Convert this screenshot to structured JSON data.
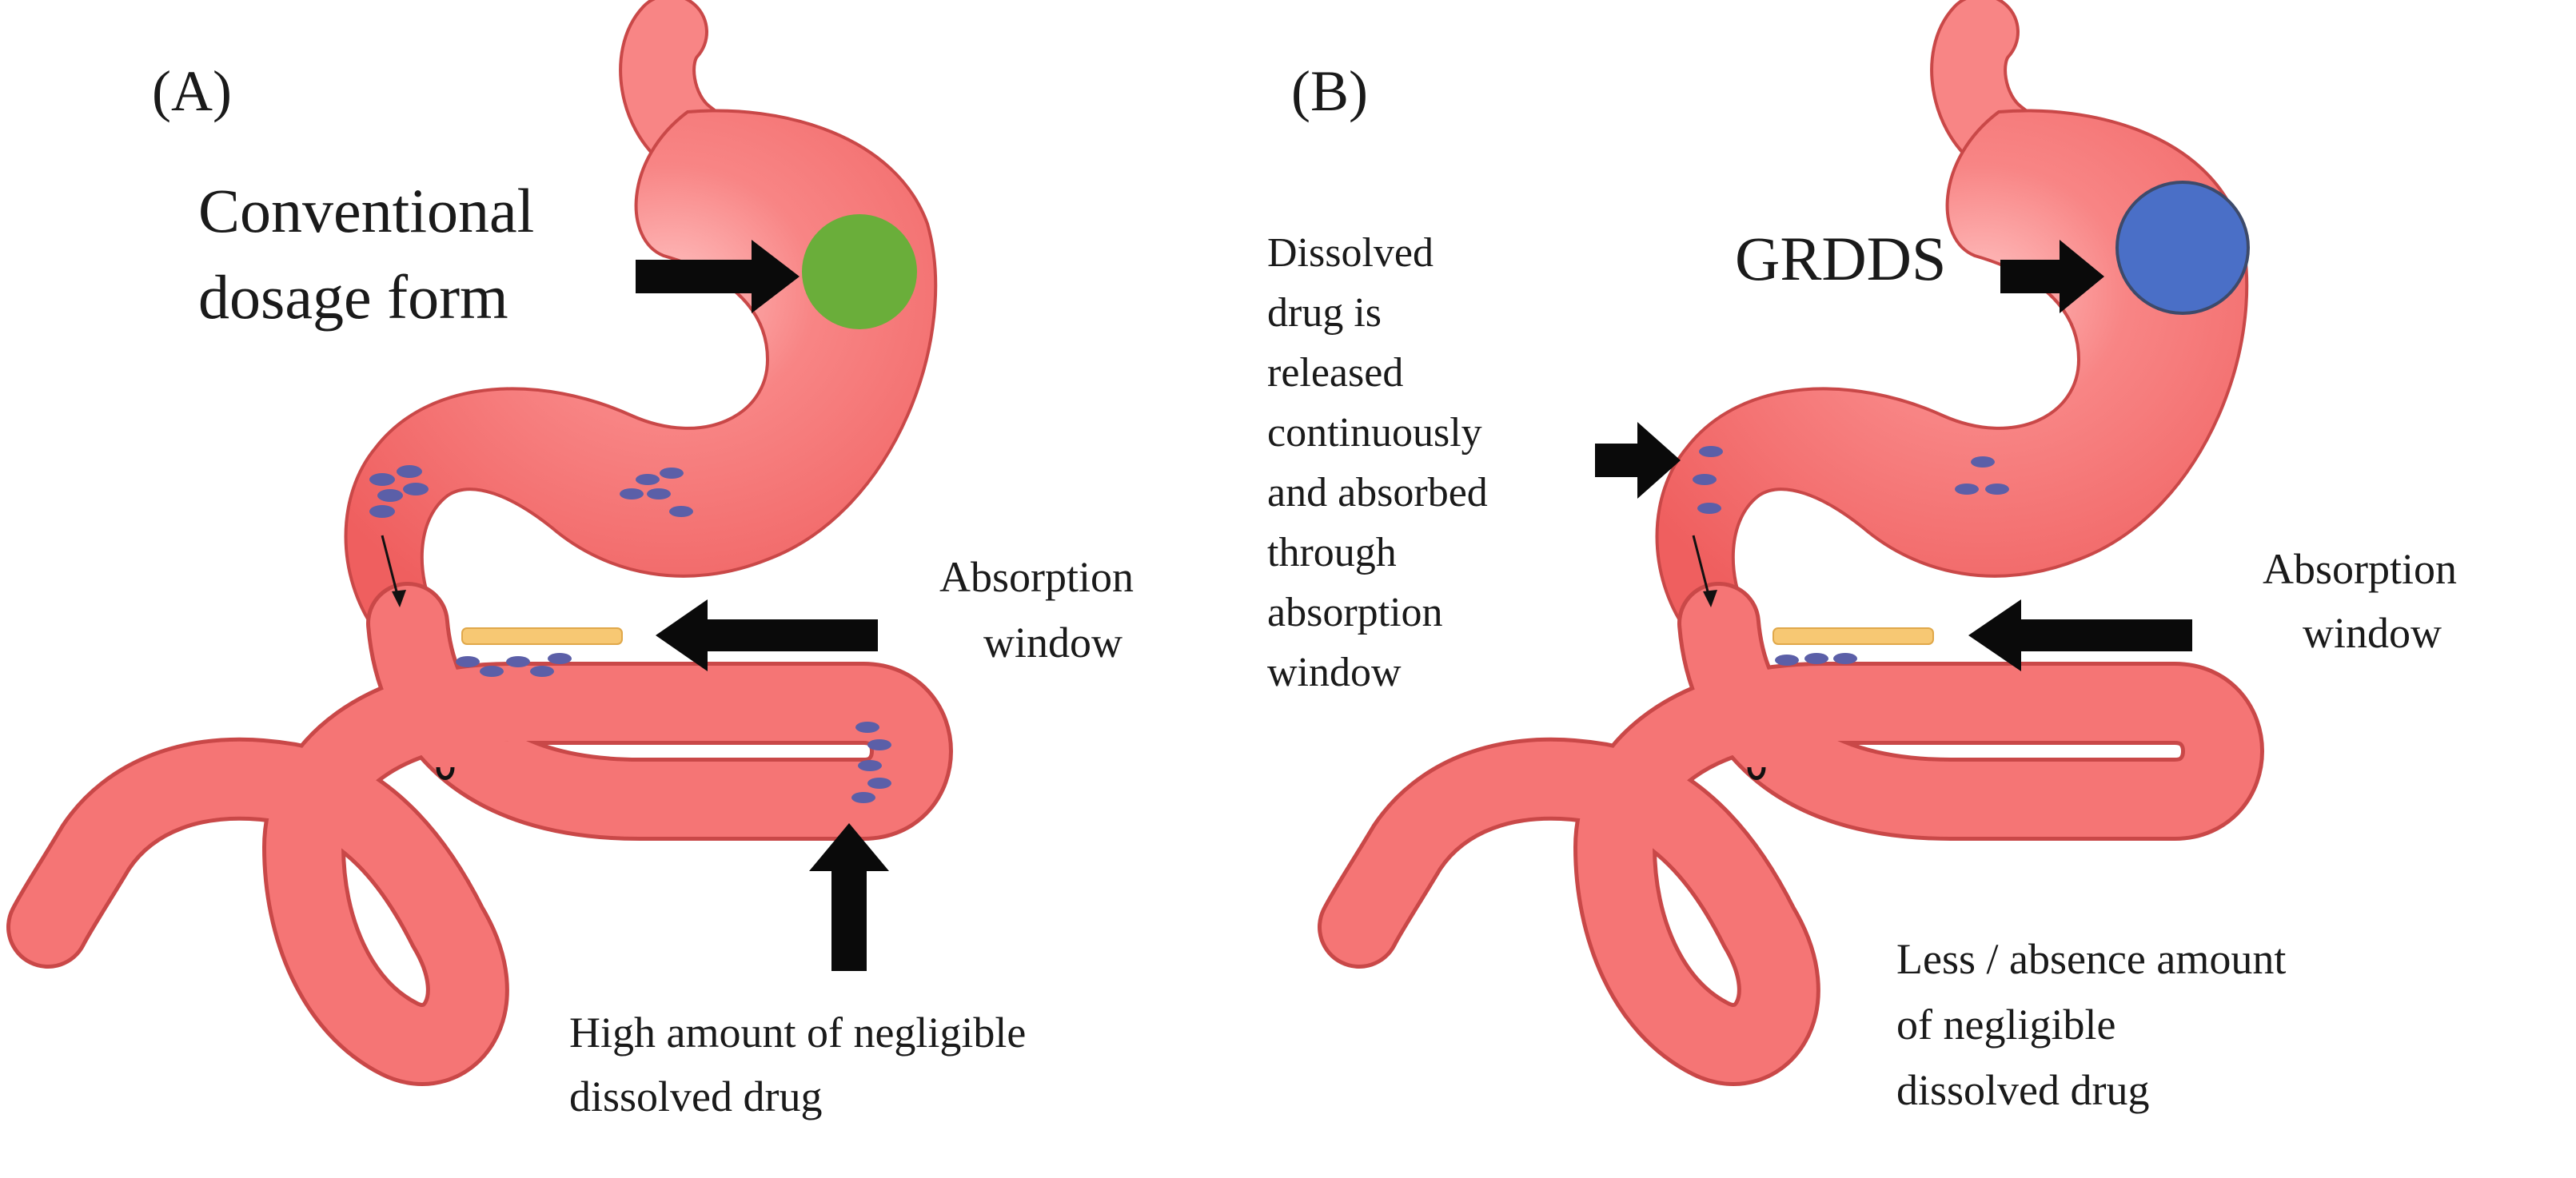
{
  "panel_a": {
    "label": "(A)",
    "dosage_label": [
      "Conventional",
      "dosage form"
    ],
    "absorption_label": [
      "Absorption",
      "window"
    ],
    "bottom_label": [
      "High amount of negligible",
      "dissolved drug"
    ],
    "tablet_color": "#6aae3a"
  },
  "panel_b": {
    "label": "(B)",
    "dosage_label": "GRDDS",
    "side_label": [
      "Dissolved",
      "drug is",
      "released",
      "continuously",
      "and absorbed",
      "through",
      "absorption",
      "window"
    ],
    "absorption_label": [
      "Absorption",
      "window"
    ],
    "bottom_label": [
      "Less / absence amount",
      "of negligible",
      "dissolved drug"
    ],
    "tablet_color": "#4a6fc7"
  },
  "colors": {
    "organ_fill": "#f26b6b",
    "organ_outline": "#c94848",
    "absorption_window": "#f7c873",
    "drug_particle": "#5b5fa8",
    "arrow": "#0a0a0a"
  }
}
